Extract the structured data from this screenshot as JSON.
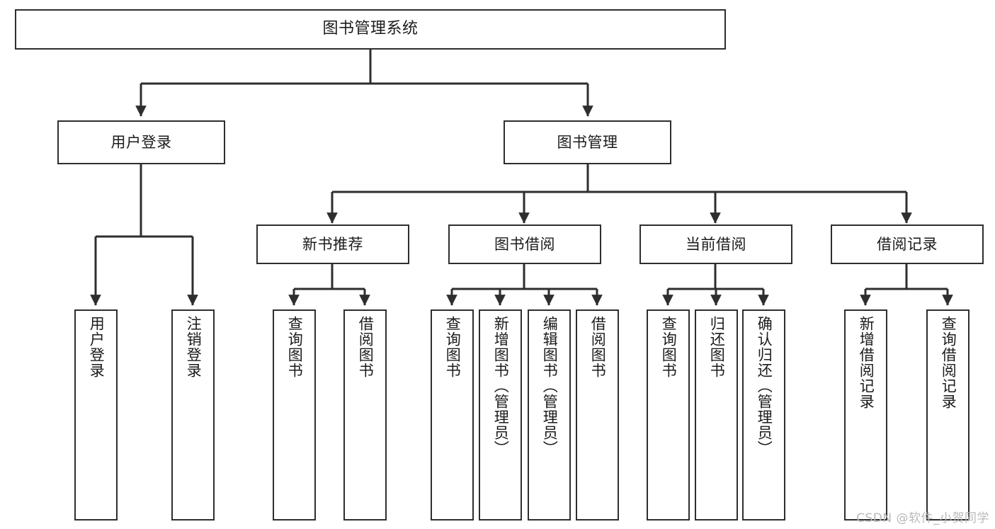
{
  "diagram": {
    "title": "图书管理系统",
    "type": "tree",
    "root": {
      "label": "图书管理系统"
    },
    "level2": [
      {
        "label": "用户登录"
      },
      {
        "label": "图书管理"
      }
    ],
    "level3": [
      {
        "label": "新书推荐"
      },
      {
        "label": "图书借阅"
      },
      {
        "label": "当前借阅"
      },
      {
        "label": "借阅记录"
      }
    ],
    "leaves": {
      "user_login": [
        {
          "label": "用户登录"
        },
        {
          "label": "注销登录"
        }
      ],
      "new_book": [
        {
          "label": "查询图书"
        },
        {
          "label": "借阅图书"
        }
      ],
      "borrow_book": [
        {
          "label": "查询图书"
        },
        {
          "label": "新增图书（管理员）"
        },
        {
          "label": "编辑图书（管理员）"
        },
        {
          "label": "借阅图书"
        }
      ],
      "current_borrow": [
        {
          "label": "查询图书"
        },
        {
          "label": "归还图书"
        },
        {
          "label": "确认归还（管理员）"
        }
      ],
      "borrow_record": [
        {
          "label": "新增借阅记录"
        },
        {
          "label": "查询借阅记录"
        }
      ]
    }
  },
  "watermark": {
    "text": "CSDN @软件_小贺同学"
  },
  "colors": {
    "stroke": "#2e2e2e",
    "background": "#ffffff",
    "text": "#1b1b1b",
    "watermark": "#b9b9b9"
  }
}
